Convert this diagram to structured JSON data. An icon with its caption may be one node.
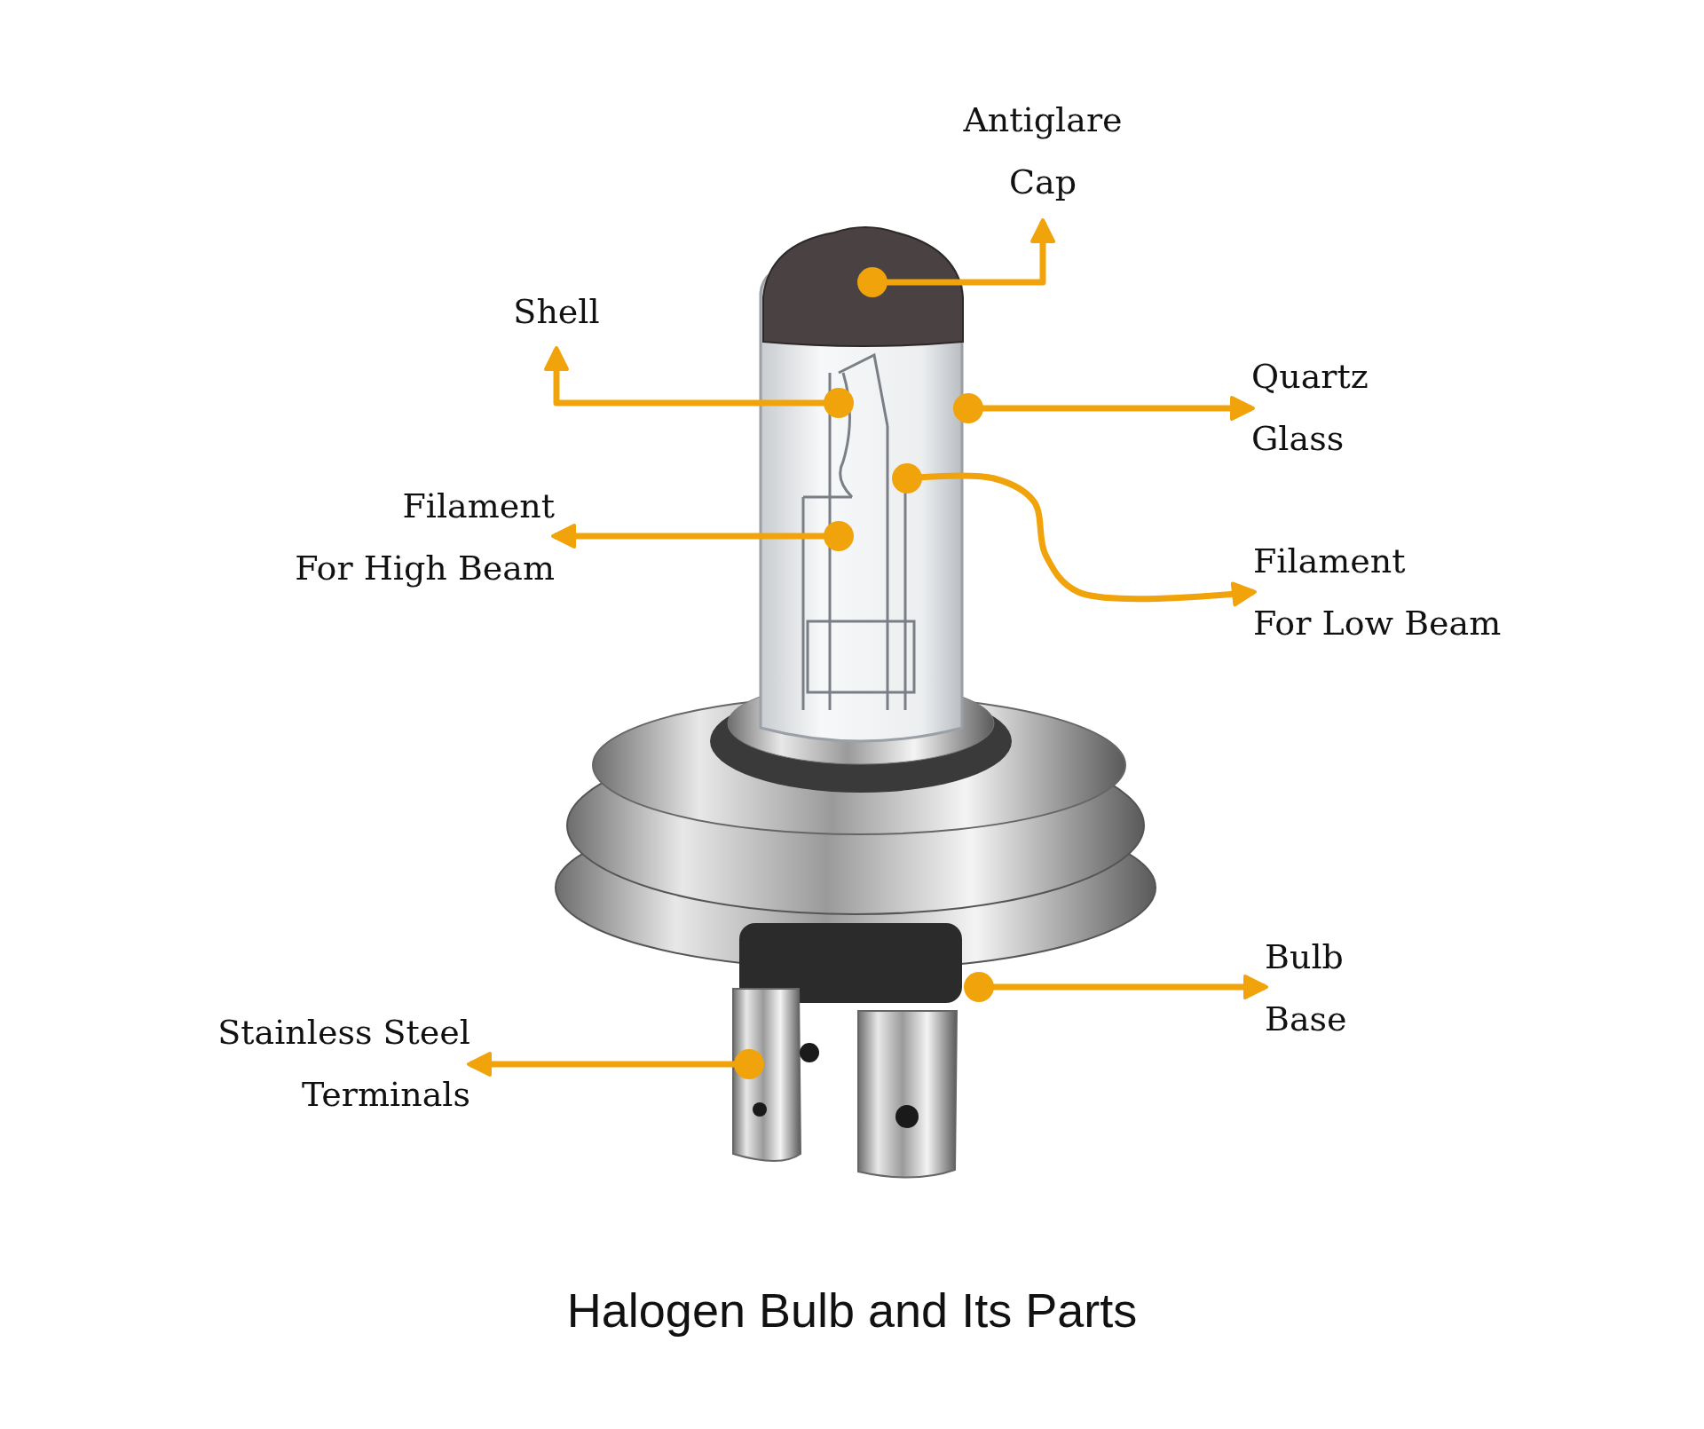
{
  "diagram": {
    "caption": "Halogen Bulb and Its Parts",
    "nodes": [
      {
        "text": [
          "Antiglare Cap"
        ]
      },
      {
        "text": [
          "Shell"
        ]
      },
      {
        "text": [
          "Quartz Glass"
        ]
      },
      {
        "text": [
          "Filament For High Beam"
        ]
      },
      {
        "text": [
          "Filament For Low Beam"
        ]
      },
      {
        "text": [
          "Bulb Base"
        ]
      },
      {
        "text": [
          "Stainless Steel Terminals"
        ]
      }
    ],
    "edges": [
      {
        "from": null,
        "to": 0,
        "arrow": "to"
      },
      {
        "from": null,
        "to": 1,
        "arrow": "to"
      },
      {
        "from": null,
        "to": 2,
        "arrow": "to"
      },
      {
        "from": null,
        "to": 3,
        "arrow": "to"
      },
      {
        "from": null,
        "to": 4,
        "arrow": "to"
      },
      {
        "from": null,
        "to": 5,
        "arrow": "to"
      },
      {
        "from": null,
        "to": 6,
        "arrow": "to"
      }
    ]
  }
}
